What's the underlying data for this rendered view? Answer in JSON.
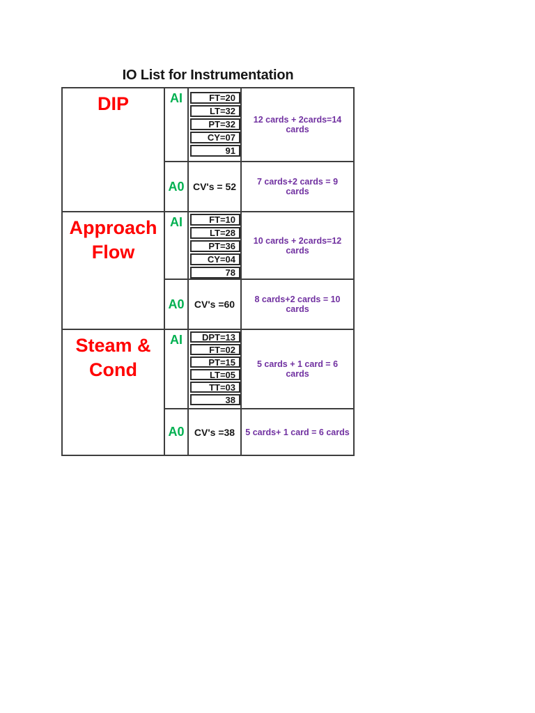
{
  "page": {
    "title": "IO List for Instrumentation"
  },
  "colors": {
    "section-red": "#ff0000",
    "type-green": "#00b050",
    "cards-purple": "#7030a0",
    "grid-border": "#3d3d3d",
    "box-border": "#2b2b2b"
  },
  "table": {
    "sections": [
      {
        "name": "DIP",
        "name_lines": [
          "DIP",
          ""
        ],
        "ai": {
          "label": "AI",
          "items": [
            "FT=20",
            "LT=32",
            "PT=32",
            "CY=07",
            "91"
          ],
          "cards": "12 cards + 2cards=14 cards"
        },
        "ao": {
          "label": "A0",
          "value": "CV's = 52",
          "cards": "7 cards+2 cards = 9 cards"
        }
      },
      {
        "name": "Approach Flow",
        "name_lines": [
          "Approach",
          "Flow"
        ],
        "ai": {
          "label": "AI",
          "items": [
            "FT=10",
            "LT=28",
            "PT=36",
            "CY=04",
            "78"
          ],
          "cards": "10 cards + 2cards=12 cards"
        },
        "ao": {
          "label": "A0",
          "value": "CV's =60",
          "cards": "8 cards+2 cards = 10 cards"
        }
      },
      {
        "name": "Steam & Cond",
        "name_lines": [
          "Steam &",
          "Cond"
        ],
        "ai": {
          "label": "AI",
          "items": [
            "DPT=13",
            "FT=02",
            "PT=15",
            "LT=05",
            "TT=03",
            "38"
          ],
          "cards": "5 cards + 1 card = 6 cards"
        },
        "ao": {
          "label": "A0",
          "value": "CV's =38",
          "cards": "5 cards+ 1 card = 6 cards"
        }
      }
    ]
  }
}
